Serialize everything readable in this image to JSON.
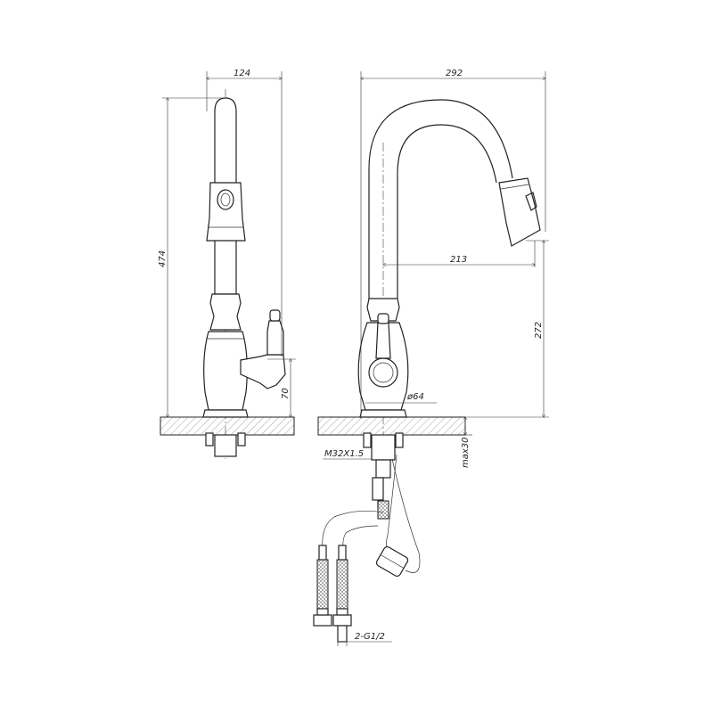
{
  "drawing": {
    "side_view": {
      "width_dim": "124",
      "height_dim": "474",
      "handle_height_dim": "70"
    },
    "front_view": {
      "width_dim": "292",
      "reach_dim": "213",
      "spout_height_dim": "272",
      "base_diameter_dim": "ø64",
      "max_counter_thickness_dim": "max30",
      "thread_dim": "M32X1.5",
      "hose_connection_dim": "2-G1/2"
    }
  }
}
